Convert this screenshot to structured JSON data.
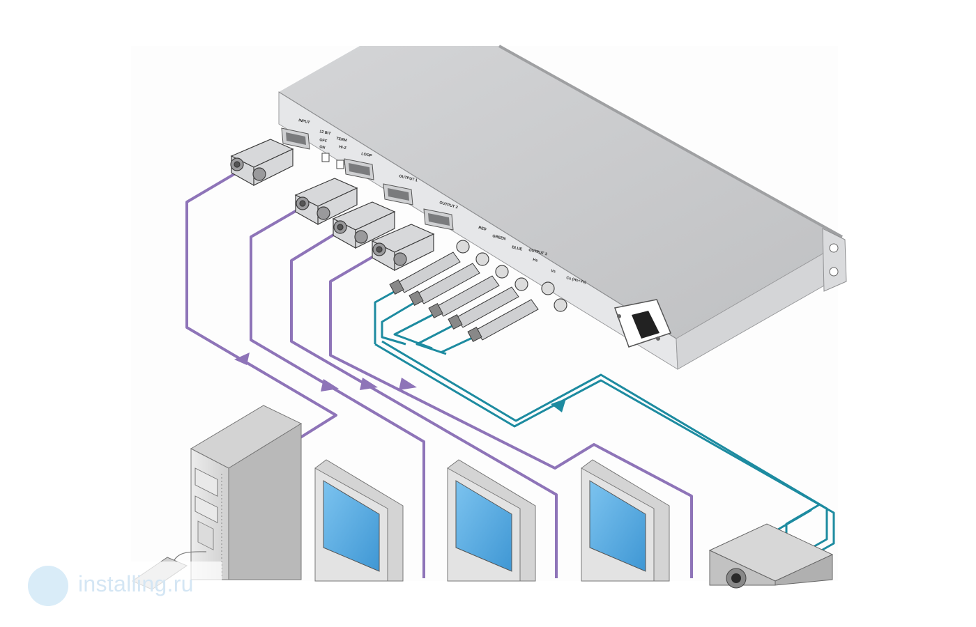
{
  "device_labels": {
    "input": "INPUT",
    "bit_on": "ON",
    "bit_off": "OFF",
    "bit": "12 BIT",
    "term": "TERM",
    "hiz": "Hi-Z",
    "loop": "LOOP",
    "output1": "OUTPUT 1",
    "output2": "OUTPUT 2",
    "output3": "OUTPUT 3",
    "red": "RED",
    "green": "GREEN",
    "blue": "BLUE",
    "hs": "Hs",
    "vs": "Vs",
    "cs": "Cs (Hs+Vs)"
  },
  "watermark": {
    "text": "installing.ru"
  },
  "colors": {
    "vga_cable": "#8e74b8",
    "bnc_cable": "#1d8ba0",
    "device_top": "#c8c9cb",
    "device_front": "#e4e5e7",
    "screen": "#5aaee3"
  }
}
